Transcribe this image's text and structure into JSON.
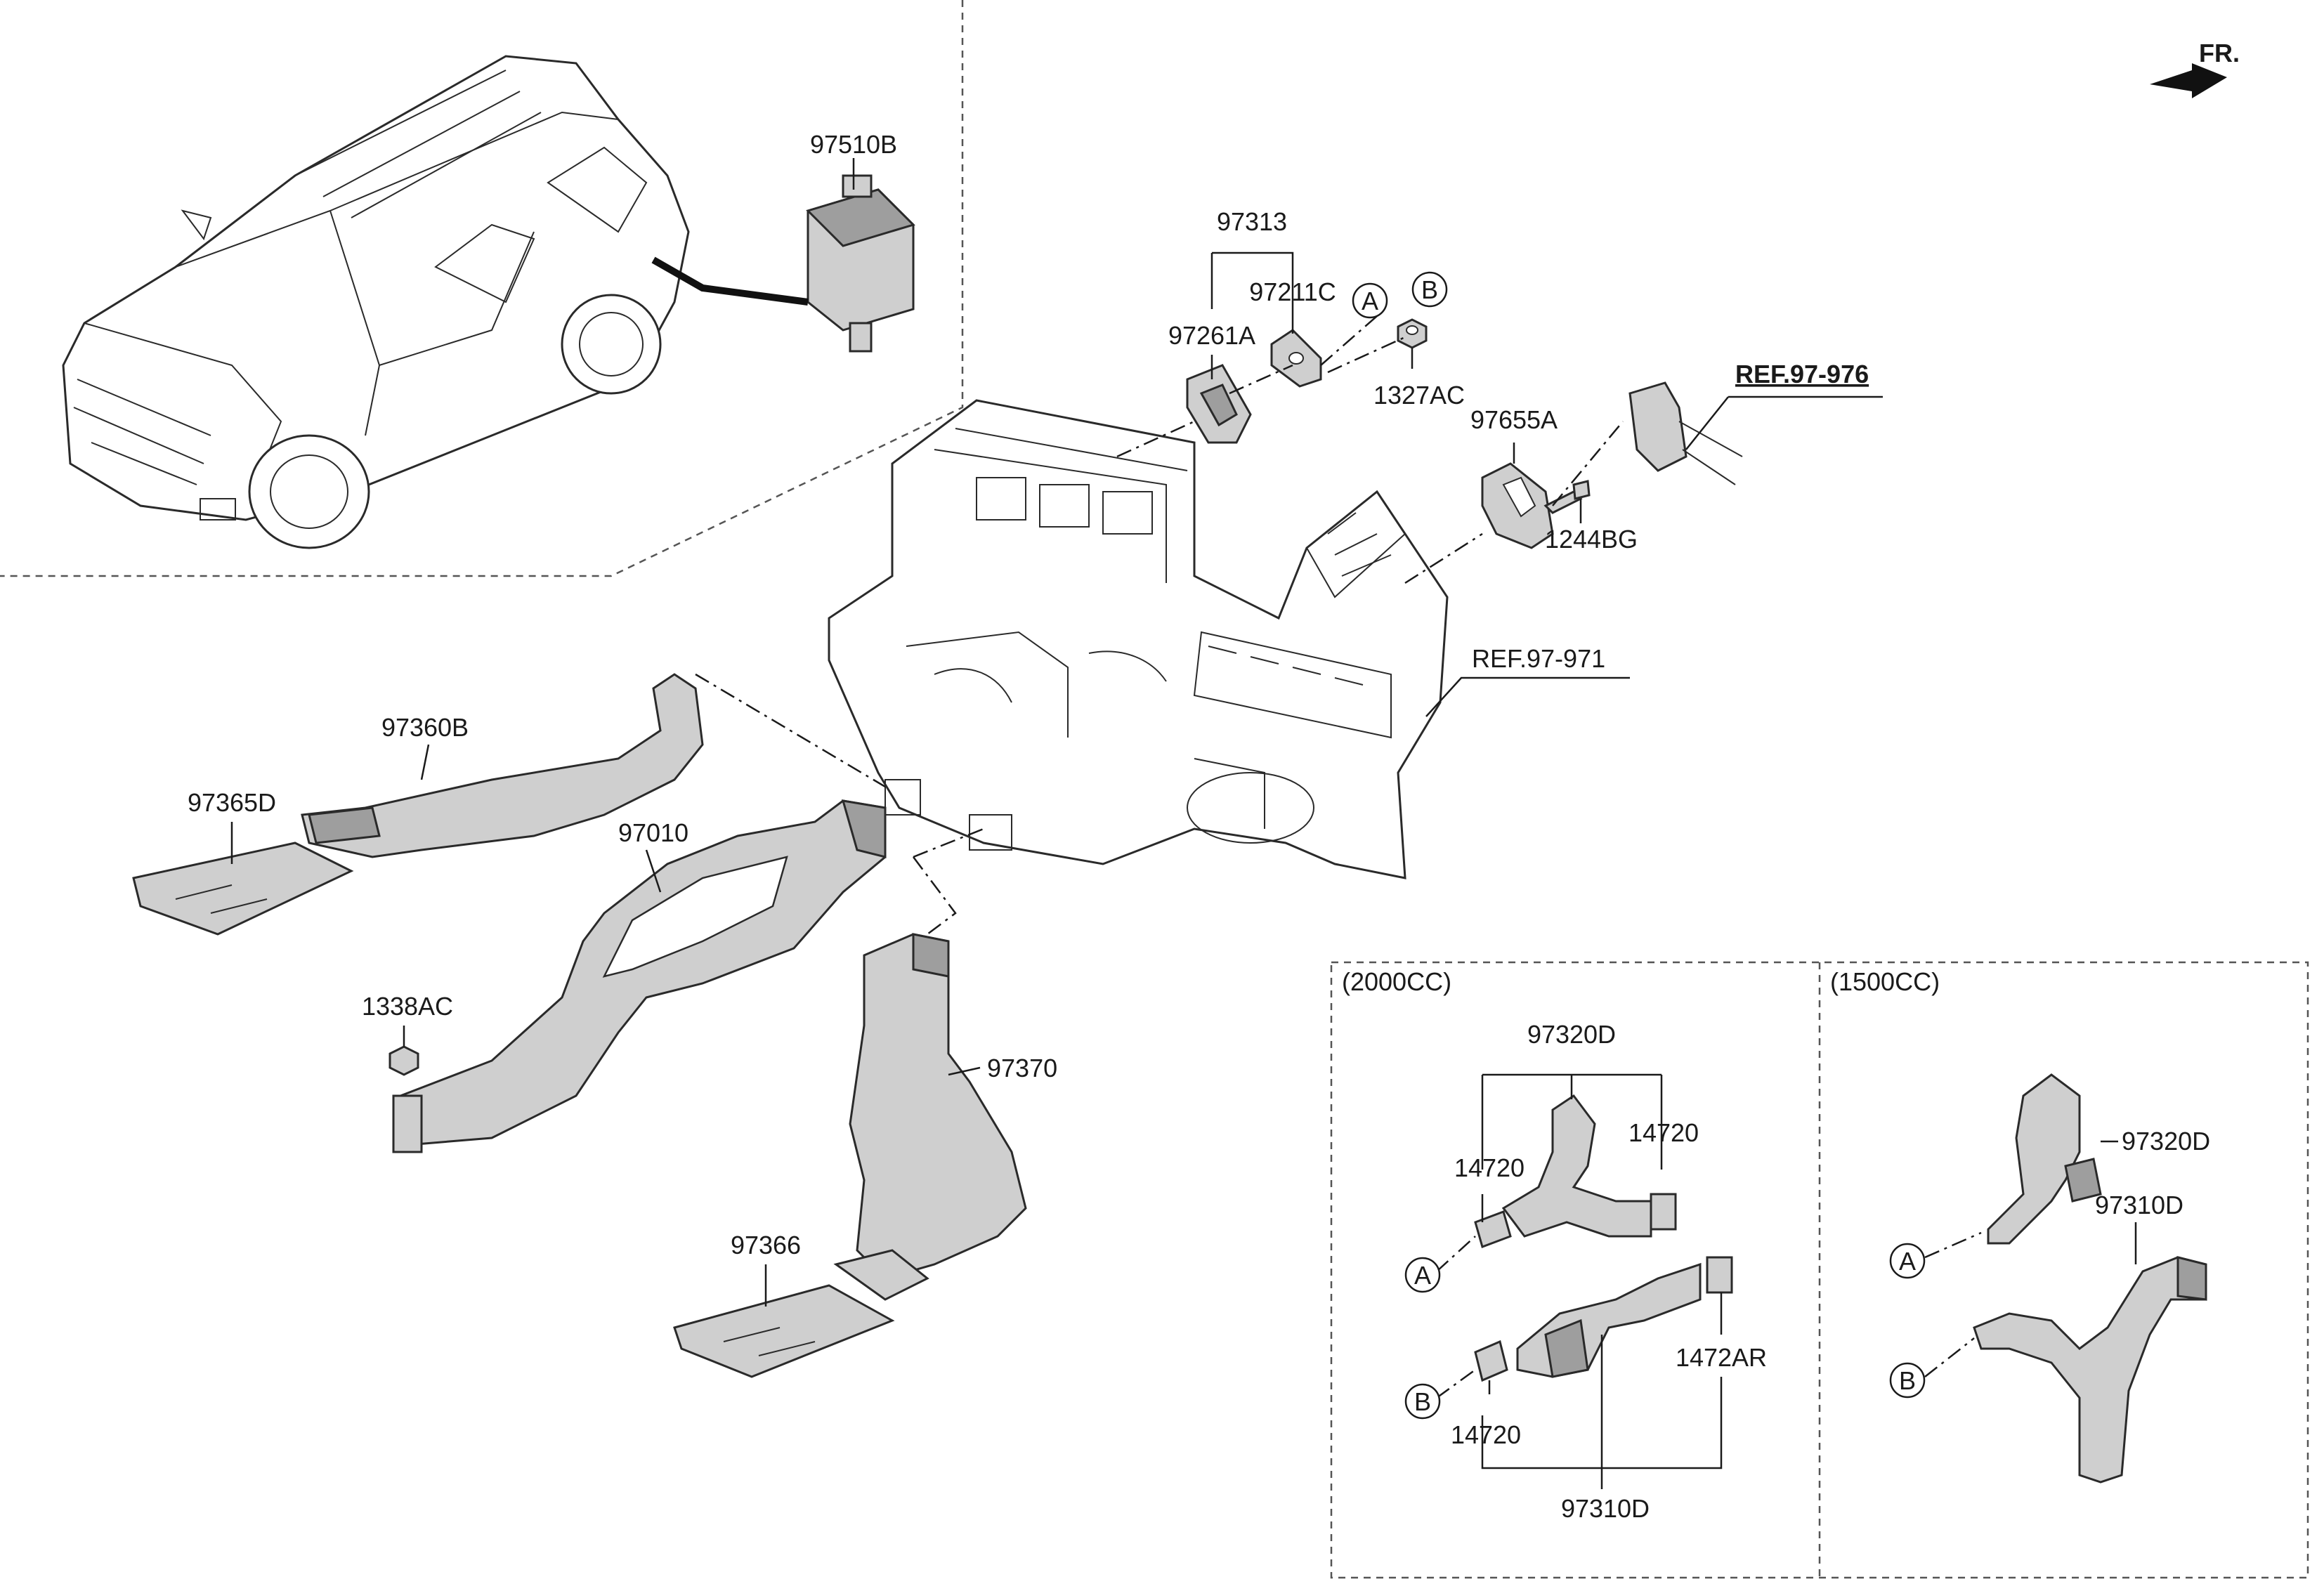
{
  "orientation": {
    "label": "FR."
  },
  "sections": {
    "engine_2000": "(2000CC)",
    "engine_1500": "(1500CC)"
  },
  "references": {
    "ref1": "REF.97-976",
    "ref2": "REF.97-971"
  },
  "parts": {
    "p97510B": "97510B",
    "p97313": "97313",
    "p97211C": "97211C",
    "p97261A": "97261A",
    "p1327AC": "1327AC",
    "p97655A": "97655A",
    "p1244BG": "1244BG",
    "p97360B": "97360B",
    "p97365D": "97365D",
    "p97010": "97010",
    "p1338AC": "1338AC",
    "p97370": "97370",
    "p97366": "97366"
  },
  "parts_2000": {
    "p97320D": "97320D",
    "p14720_left": "14720",
    "p14720_right": "14720",
    "p1472AR": "1472AR",
    "p14720_bottom": "14720",
    "p97310D": "97310D"
  },
  "parts_1500": {
    "p97320D": "97320D",
    "p97310D": "97310D"
  },
  "connectors": {
    "A": "A",
    "B": "B"
  }
}
